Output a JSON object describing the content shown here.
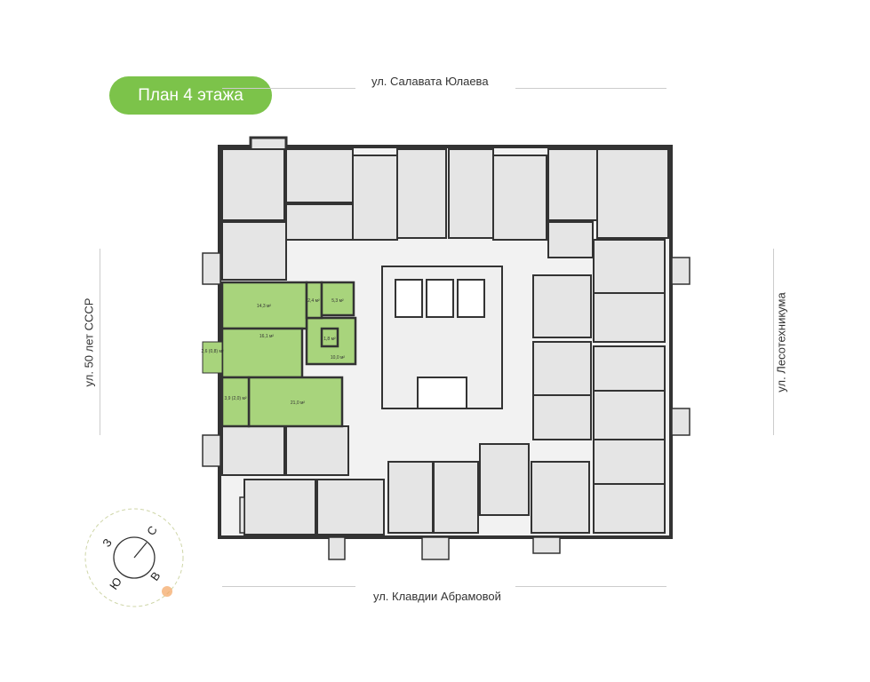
{
  "title": "План 4 этажа",
  "streets": {
    "top": "ул. Салавата Юлаева",
    "bottom": "ул. Клавдии Абрамовой",
    "left": "ул. 50 лет СССР",
    "right": "ул. Лесотехникума"
  },
  "apartment": {
    "highlight_color": "#a8d47c",
    "rooms": [
      {
        "label": "14,3 м²"
      },
      {
        "label": "2,4 м²"
      },
      {
        "label": "5,3 м²"
      },
      {
        "label": "16,1 м²"
      },
      {
        "label": "1,8 м²"
      },
      {
        "label": "10,0 м²"
      },
      {
        "label": "2,6 (0,8) м²"
      },
      {
        "label": "21,0 м²"
      },
      {
        "label": "3,9 (2,0) м²"
      }
    ]
  },
  "compass": {
    "n": "С",
    "e": "В",
    "s": "Ю",
    "w": "З",
    "icon": "sun-icon"
  },
  "colors": {
    "accent": "#7cc34a",
    "room": "#e5e5e5",
    "wall": "#333333"
  }
}
